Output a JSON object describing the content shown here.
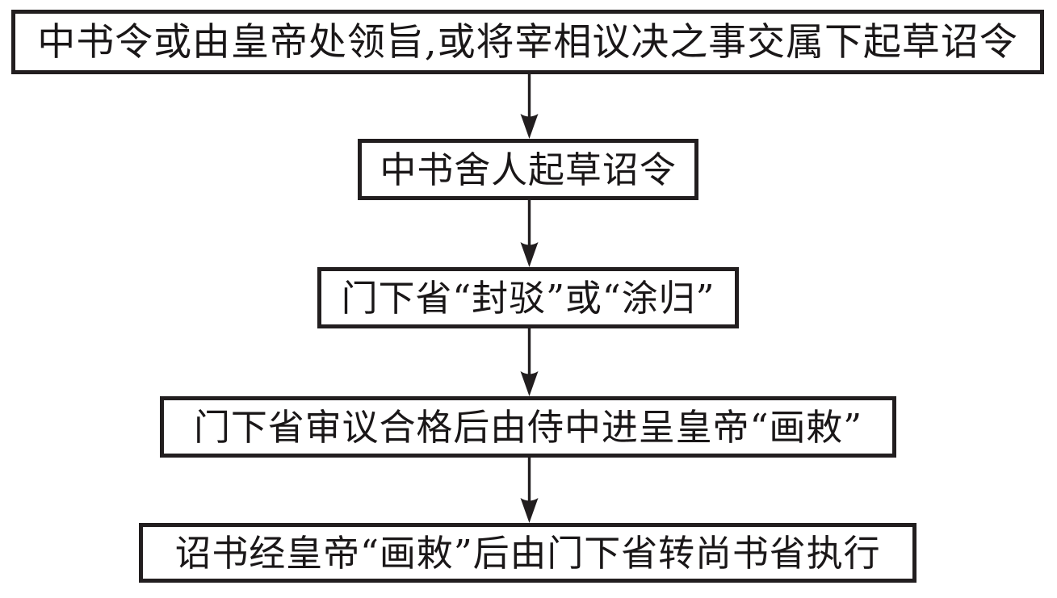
{
  "diagram": {
    "title": "",
    "orientation": "top-to-bottom",
    "background_color": "#ffffff",
    "border_color": "#221e1f",
    "text_color": "#1a1718",
    "nodes": [
      {
        "id": "node-1",
        "label": "中书令或由皇帝处领旨,或将宰相议决之事交属下起草诏令",
        "shape": "rectangle"
      },
      {
        "id": "node-2",
        "label": "中书舍人起草诏令",
        "shape": "rectangle"
      },
      {
        "id": "node-3",
        "label": "门下省“封驳”或“涂归”",
        "shape": "rectangle"
      },
      {
        "id": "node-4",
        "label": "门下省审议合格后由侍中进呈皇帝“画敕”",
        "shape": "rectangle"
      },
      {
        "id": "node-5",
        "label": "诏书经皇帝“画敕”后由门下省转尚书省执行",
        "shape": "rectangle"
      }
    ],
    "edges": [
      {
        "id": "edge-1",
        "from": "node-1",
        "to": "node-2",
        "label": "",
        "marker": "arrow-down"
      },
      {
        "id": "edge-2",
        "from": "node-2",
        "to": "node-3",
        "label": "",
        "marker": "arrow-down"
      },
      {
        "id": "edge-3",
        "from": "node-3",
        "to": "node-4",
        "label": "",
        "marker": "arrow-down"
      },
      {
        "id": "edge-4",
        "from": "node-4",
        "to": "node-5",
        "label": "",
        "marker": "arrow-down"
      }
    ]
  }
}
